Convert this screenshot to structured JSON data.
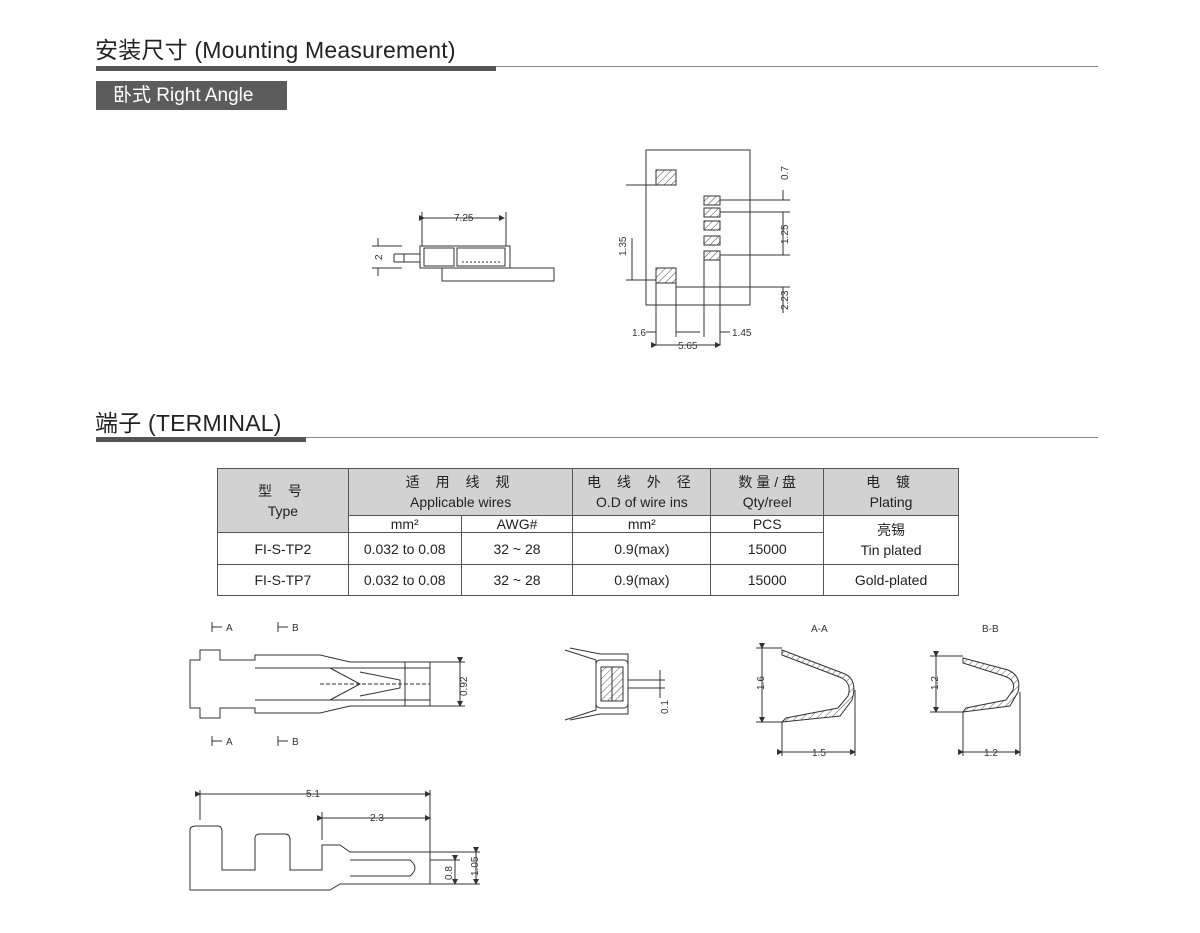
{
  "mounting": {
    "title": "安装尺寸  (Mounting Measurement)",
    "tag": "卧式 Right Angle",
    "dims": {
      "top_width": "7.25",
      "height": "2",
      "pitch_top": "0.7",
      "pitch": "1.25",
      "edge": "2.23",
      "pad_gap": "1.35",
      "left": "1.6",
      "pad_w": "1.45",
      "span": "5.65"
    }
  },
  "terminal": {
    "title": "端子  (TERMINAL)",
    "table": {
      "h_type_cn": "型 号",
      "h_type_en": "Type",
      "h_wires_cn": "适 用 线 规",
      "h_wires_en": "Applicable wires",
      "h_od_cn": "电 线 外 径",
      "h_od_en": "O.D of wire ins",
      "h_qty_cn": "数 量 / 盘",
      "h_qty_en": "Qty/reel",
      "h_plating_cn": "电 镀",
      "h_plating_en": "Plating",
      "u_mm2": "mm²",
      "u_awg": "AWG#",
      "u_mm2b": "mm²",
      "u_pcs": "PCS",
      "rows": [
        {
          "type": "FI-S-TP2",
          "mm2": "0.032 to 0.08",
          "awg": "32 ~ 28",
          "od": "0.9(max)",
          "qty": "15000"
        },
        {
          "type": "FI-S-TP7",
          "mm2": "0.032 to 0.08",
          "awg": "32 ~ 28",
          "od": "0.9(max)",
          "qty": "15000",
          "plating": "Gold-plated"
        }
      ],
      "plating_tin_cn": "亮锡",
      "plating_tin_en": "Tin plated"
    },
    "dims": {
      "sec_a": "A",
      "sec_b": "B",
      "w092": "0.92",
      "w01": "0.1",
      "aa": "A-A",
      "bb": "B-B",
      "aa_h": "1.6",
      "aa_w": "1.5",
      "bb_h": "1.2",
      "bb_w": "1.2",
      "len": "5.1",
      "len2": "2.3",
      "h08": "0.8",
      "h105": "1.05"
    }
  }
}
